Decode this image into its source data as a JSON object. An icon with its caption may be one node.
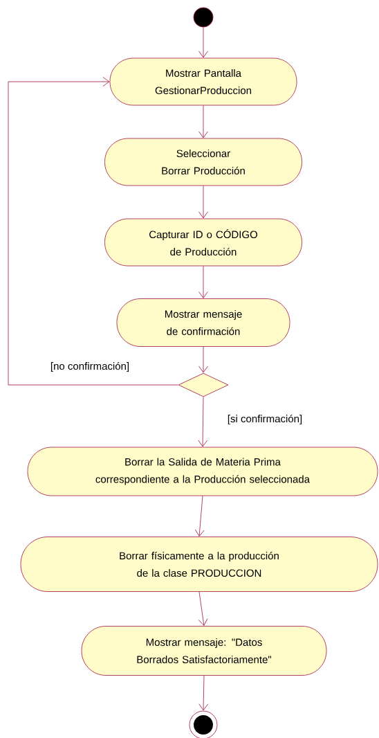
{
  "diagram": {
    "nodes": [
      {
        "text": [],
        "shape": "circle"
      },
      {
        "text": [
          "Mostrar Pantalla GestionarProduccion"
        ]
      },
      {
        "text": [
          "Seleccionar Borrar Producción"
        ]
      },
      {
        "text": [
          "Capturar ID o CÓDIGO de Producción"
        ]
      },
      {
        "text": [
          "Mostrar mensaje de confirmación"
        ]
      },
      {
        "text": [],
        "shape": "diamond"
      },
      {
        "text": [
          "Borrar la Salida de Materia Prima correspondiente a la Producción seleccionada"
        ]
      },
      {
        "text": [
          "Borrar físicamente a la producción de la clase PRODUCCION"
        ]
      },
      {
        "text": [
          "Mostrar mensaje: \"Datos Borrados Satisfactoriamente\""
        ]
      },
      {
        "text": [],
        "shape": "bullseye"
      }
    ],
    "edges": [
      {
        "from": 0,
        "to": 1,
        "arrow": "to"
      },
      {
        "from": 1,
        "to": 2,
        "arrow": "to"
      },
      {
        "from": 2,
        "to": 3,
        "arrow": "to"
      },
      {
        "from": 3,
        "to": 4,
        "arrow": "to"
      },
      {
        "from": 4,
        "to": 5,
        "arrow": "to"
      },
      {
        "from": 5,
        "to": 1,
        "arrow": "to",
        "label": "[no confirmación]"
      },
      {
        "from": 5,
        "to": 6,
        "arrow": "to",
        "label": "[si confirmación]"
      },
      {
        "from": 6,
        "to": 7,
        "arrow": "to"
      },
      {
        "from": 7,
        "to": 8,
        "arrow": "to"
      },
      {
        "from": 8,
        "to": 9,
        "arrow": "to"
      }
    ]
  }
}
